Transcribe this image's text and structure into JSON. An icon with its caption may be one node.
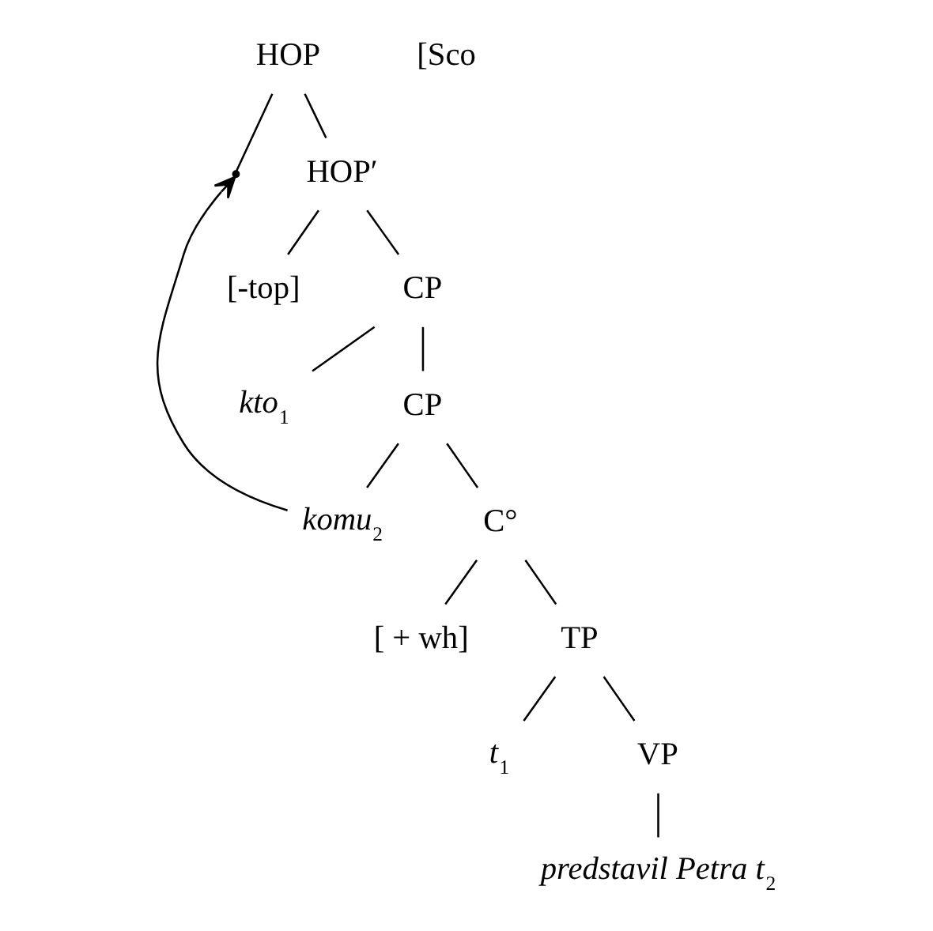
{
  "diagram": {
    "nodes": [
      {
        "text": [
          "HOP"
        ]
      },
      {
        "text": [],
        "shape": "point"
      },
      {
        "text": [
          "HOP′"
        ]
      },
      {
        "text": [
          "[-top]"
        ]
      },
      {
        "text": [
          "CP"
        ]
      },
      {
        "text": [
          "*kto*$_{1}$"
        ]
      },
      {
        "text": [
          "CP"
        ]
      },
      {
        "text": [
          "*komu*$_{2}$"
        ]
      },
      {
        "text": [
          "C°"
        ]
      },
      {
        "text": [
          "[ + wh]"
        ]
      },
      {
        "text": [
          "TP"
        ]
      },
      {
        "text": [
          "*t*$_{1}$"
        ]
      },
      {
        "text": [
          "VP"
        ]
      },
      {
        "text": [
          "*predstavil Petra t*$_{2}$"
        ]
      }
    ],
    "edges": [
      {
        "from": 0,
        "to": 1,
        "arrow": "none"
      },
      {
        "from": 0,
        "to": 2,
        "arrow": "none"
      },
      {
        "from": 2,
        "to": 3,
        "arrow": "none"
      },
      {
        "from": 2,
        "to": 4,
        "arrow": "none"
      },
      {
        "from": 4,
        "to": 5,
        "arrow": "none"
      },
      {
        "from": 4,
        "to": 6,
        "arrow": "none"
      },
      {
        "from": 6,
        "to": 7,
        "arrow": "none"
      },
      {
        "from": 6,
        "to": 8,
        "arrow": "none"
      },
      {
        "from": 8,
        "to": 9,
        "arrow": "none"
      },
      {
        "from": 8,
        "to": 10,
        "arrow": "none"
      },
      {
        "from": 10,
        "to": 11,
        "arrow": "none"
      },
      {
        "from": 10,
        "to": 12,
        "arrow": "none"
      },
      {
        "from": 12,
        "to": 13,
        "arrow": "none"
      },
      {
        "from": 7,
        "to": 1,
        "arrow": "to"
      }
    ],
    "labels": [
      "[Sco"
    ]
  }
}
